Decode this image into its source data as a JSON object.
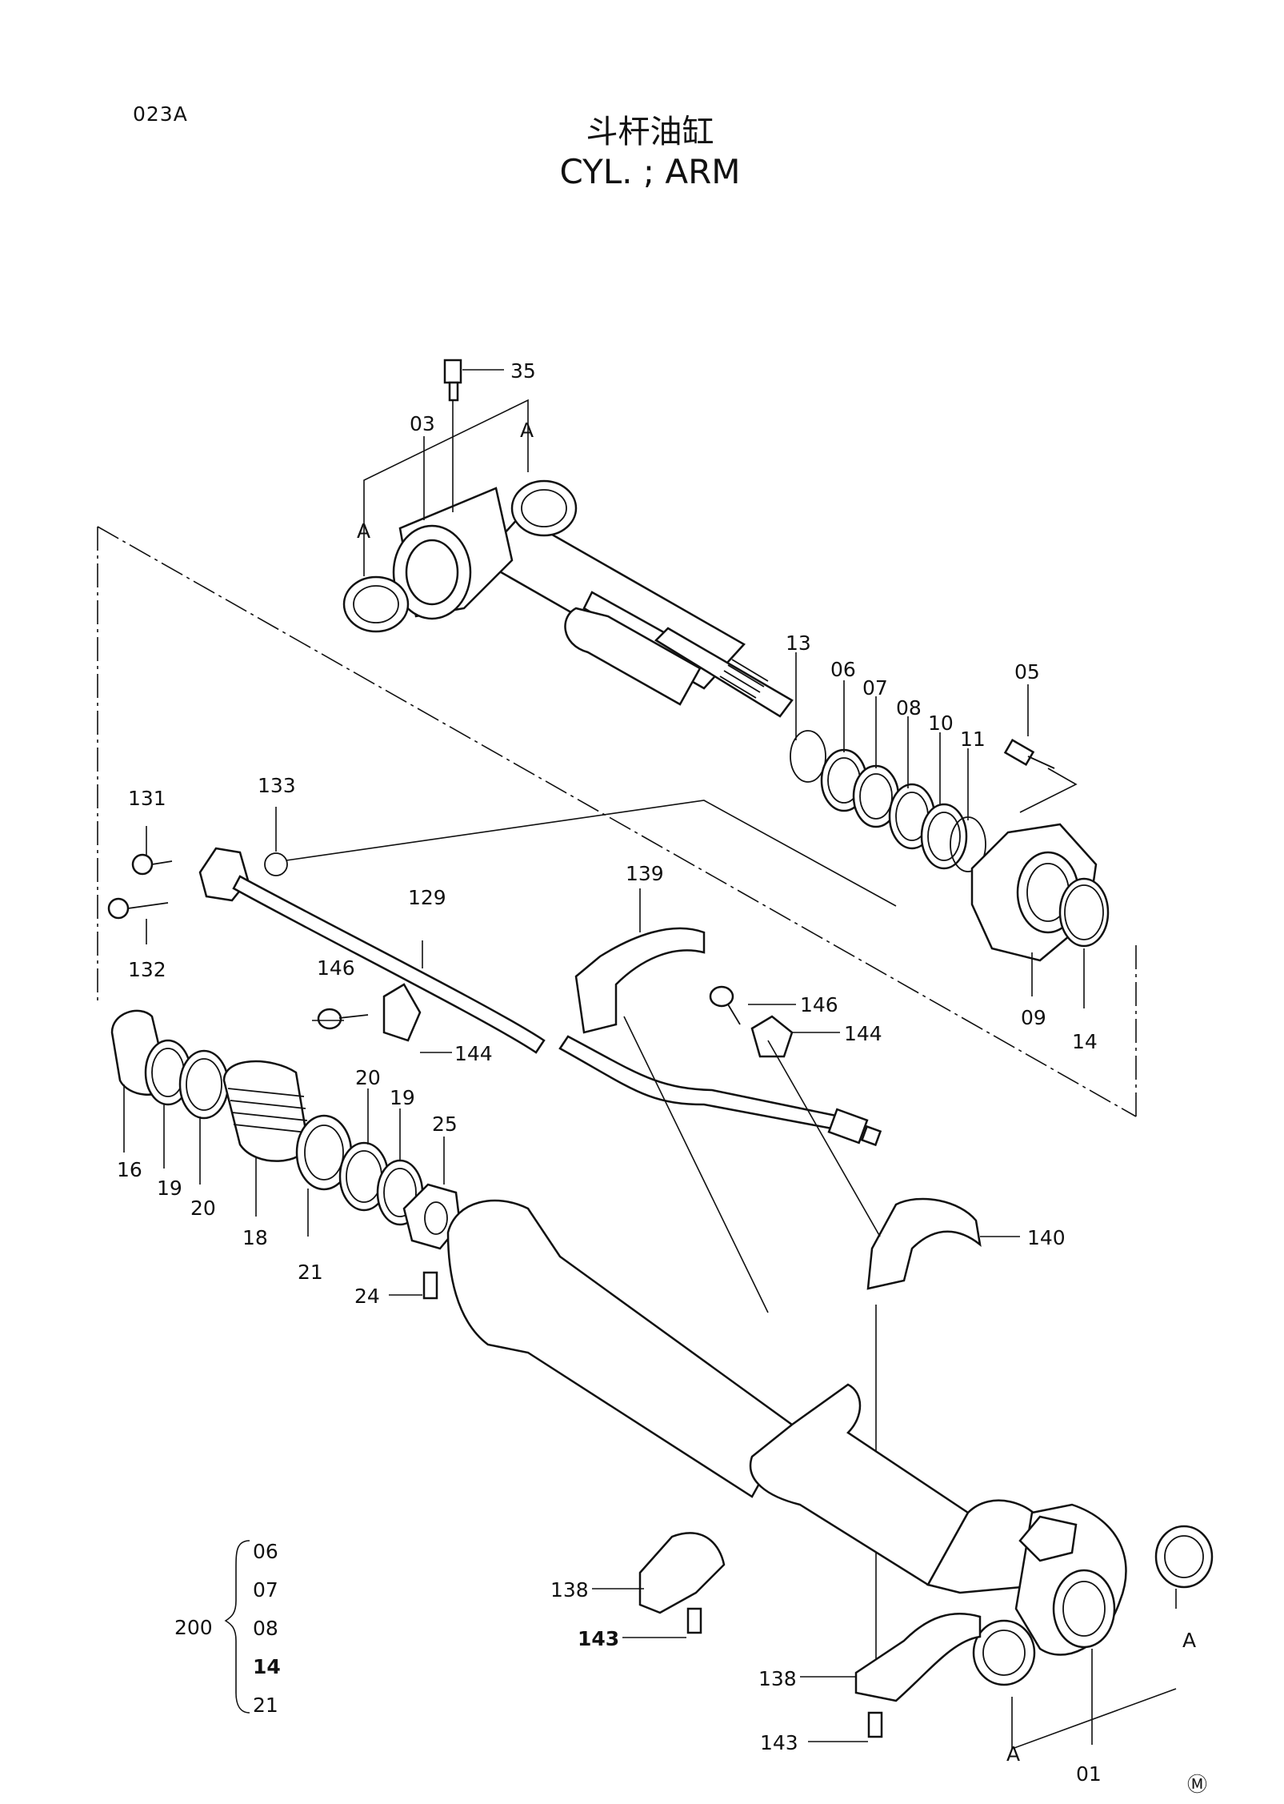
{
  "page_code": "023A",
  "title_cn": "斗杆油缸",
  "title_en": "CYL. ; ARM",
  "marker": "Ⓜ",
  "kit": {
    "number": "200",
    "items": [
      "06",
      "07",
      "08",
      "14",
      "21"
    ]
  },
  "callouts": {
    "p35": "35",
    "p03": "03",
    "pA1": "A",
    "pA2": "A",
    "pA3": "A",
    "pA4": "A",
    "p13": "13",
    "p06": "06",
    "p07": "07",
    "p08": "08",
    "p10": "10",
    "p11": "11",
    "p05": "05",
    "p131": "131",
    "p133": "133",
    "p132": "132",
    "p129": "129",
    "p139": "139",
    "p146a": "146",
    "p144a": "144",
    "p146b": "146",
    "p144b": "144",
    "p09": "09",
    "p14": "14",
    "p16": "16",
    "p19a": "19",
    "p20a": "20",
    "p18": "18",
    "p21": "21",
    "p20b": "20",
    "p19b": "19",
    "p25": "25",
    "p24": "24",
    "p140": "140",
    "p138a": "138",
    "p143a": "143",
    "p138b": "138",
    "p143b": "143",
    "p01": "01"
  }
}
